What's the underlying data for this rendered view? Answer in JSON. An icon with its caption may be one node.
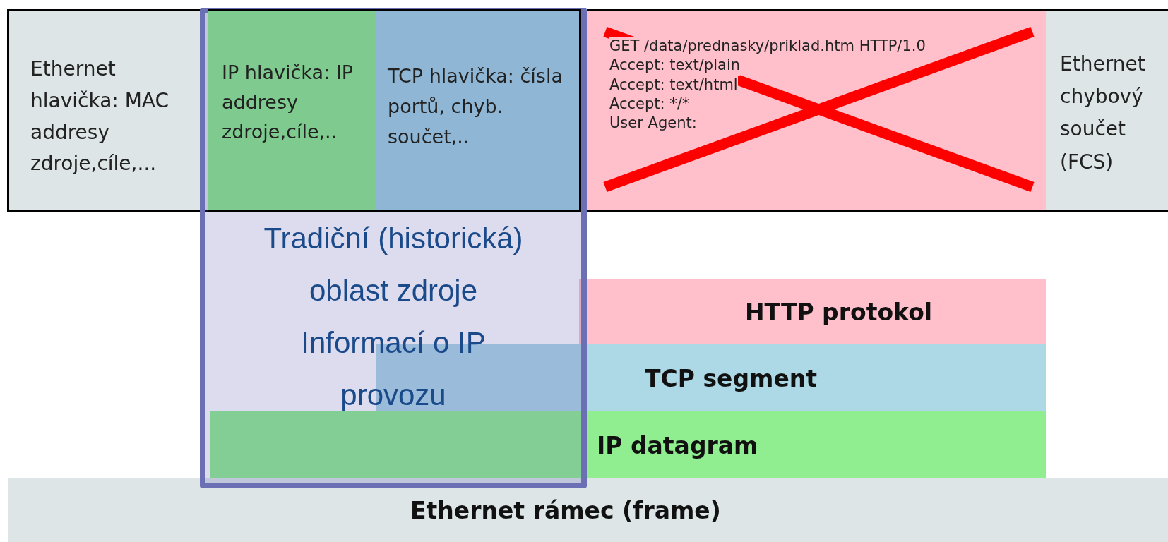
{
  "diagram": {
    "nodes": [
      {
        "text": [
          "Ethernet hlavička: MAC addresy zdroje,cíle,..."
        ]
      },
      {
        "text": [
          "IP hlavička: IP addresy zdroje,cíle,.."
        ],
        "in": 5
      },
      {
        "text": [
          "TCP hlavička: čísla portů, chyb. součet,.."
        ],
        "in": 5
      },
      {
        "text": [
          "GET /data/prednasky/priklad.htm HTTP/1.0",
          "Accept: text/plain",
          "Accept: text/html",
          "Accept: */*",
          "User Agent:"
        ]
      },
      {
        "text": [
          "Ethernet chybový součet (FCS)"
        ]
      },
      {
        "text": [
          "Tradiční (historická) oblast zdroje Informací o IP provozu"
        ]
      },
      {
        "text": [
          "HTTP protokol"
        ]
      },
      {
        "text": [
          "TCP segment"
        ]
      },
      {
        "text": [
          "IP datagram"
        ]
      },
      {
        "text": [
          "Ethernet rámec (frame)"
        ]
      }
    ]
  }
}
